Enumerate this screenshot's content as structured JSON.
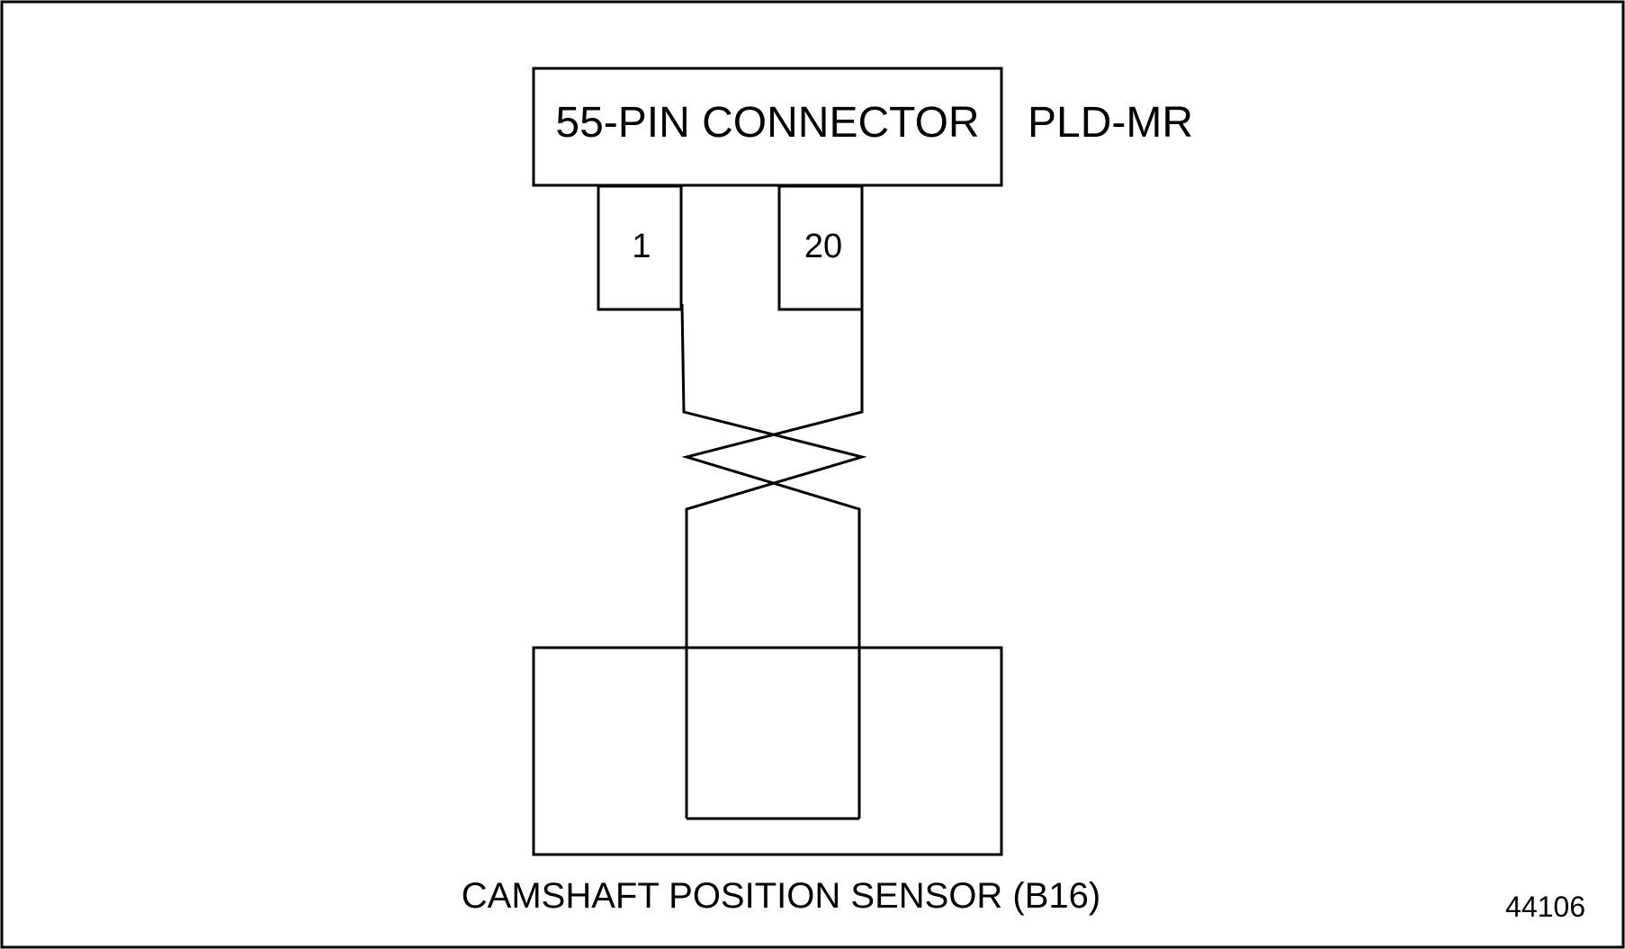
{
  "connector": {
    "label": "55-PIN CONNECTOR",
    "module_label": "PLD-MR",
    "pins": [
      {
        "number": "1"
      },
      {
        "number": "20"
      }
    ]
  },
  "sensor": {
    "label": "CAMSHAFT POSITION SENSOR (B16)"
  },
  "figure_number": "44106",
  "colors": {
    "line": "#000000",
    "background": "#ffffff"
  }
}
